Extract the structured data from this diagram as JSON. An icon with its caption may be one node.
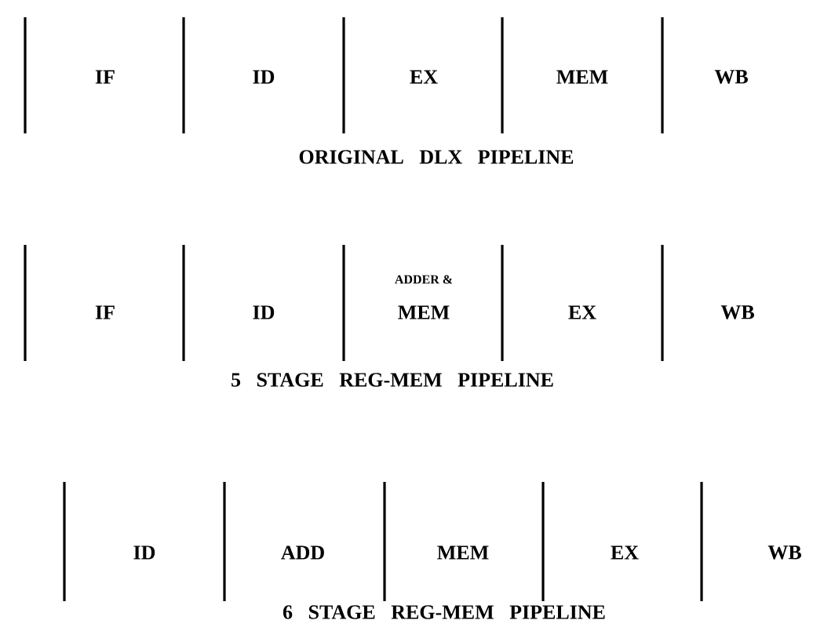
{
  "diagram": {
    "labels": [
      "IF",
      "ID",
      "EX",
      "MEM",
      "WB",
      "ORIGINAL DLX PIPELINE",
      "IF",
      "ID",
      "ADDER &",
      "MEM",
      "EX",
      "WB",
      "5 STAGE REG-MEM PIPELINE",
      "ID",
      "ADD",
      "MEM",
      "EX",
      "WB",
      "6 STAGE REG-MEM PIPELINE"
    ]
  }
}
